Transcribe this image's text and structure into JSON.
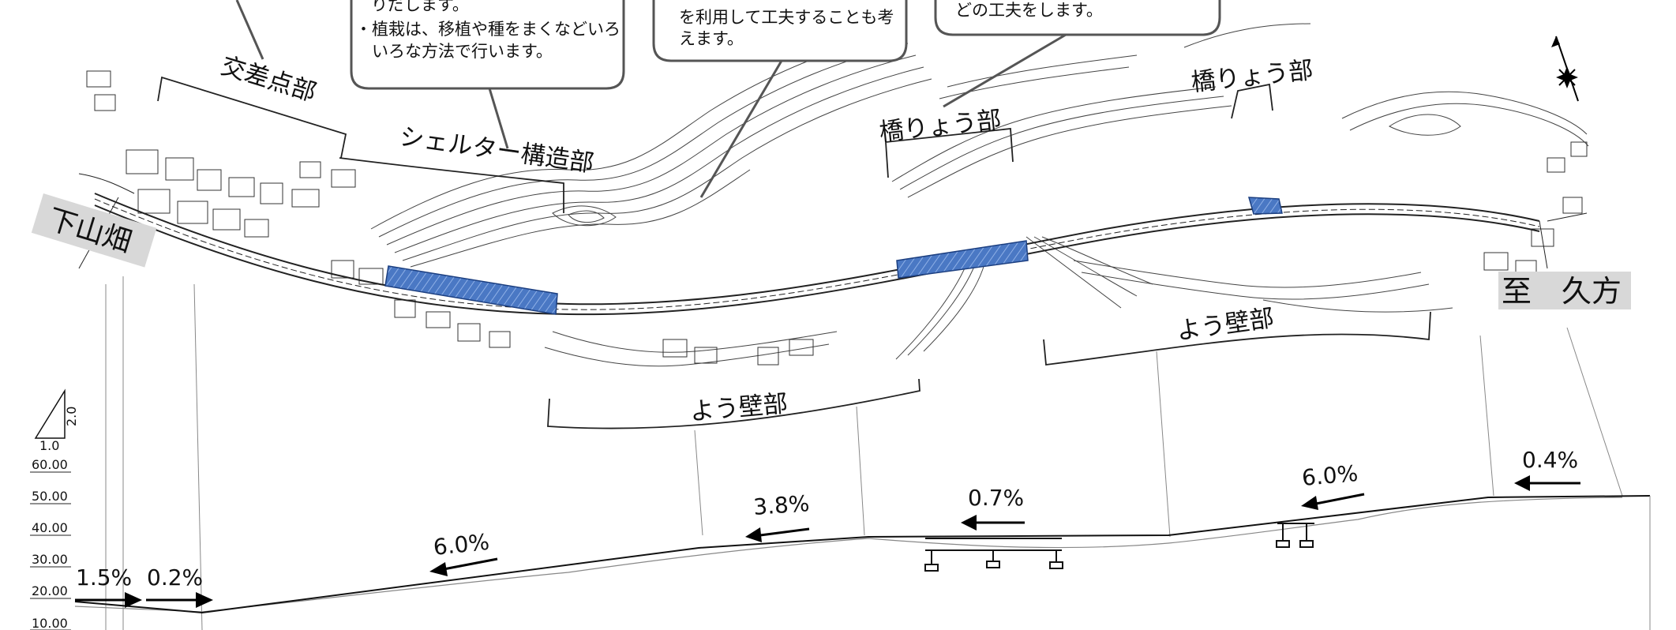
{
  "callouts": {
    "left": [
      "りだします。",
      "・植栽は、移植や種をまくなどいろ",
      "　いろな方法で行います。"
    ],
    "middle": [
      "を利用して工夫することも考",
      "えます。"
    ],
    "right": [
      "どの工夫をします。"
    ]
  },
  "places": {
    "start": "下山畑",
    "end": "至　久方"
  },
  "sections": {
    "intersection": "交差点部",
    "shelter": "シェルター構造部",
    "bridge_center": "橋りょう部",
    "bridge_right": "橋りょう部",
    "wall_center": "よう壁部",
    "wall_right": "よう壁部"
  },
  "scale": {
    "ratio_vertical": "2.0",
    "ratio_horizontal": "1.0"
  },
  "profile": {
    "elevation_ticks": [
      "60.00",
      "50.00",
      "40.00",
      "30.00",
      "20.00",
      "10.00"
    ],
    "grades": [
      "1.5%",
      "0.2%",
      "6.0%",
      "3.8%",
      "0.7%",
      "6.0%",
      "0.4%"
    ]
  },
  "colors": {
    "highlight_fill": "#4a78c4",
    "line": "#222222"
  },
  "icons": {
    "north_arrow": "compass-rose-icon"
  }
}
